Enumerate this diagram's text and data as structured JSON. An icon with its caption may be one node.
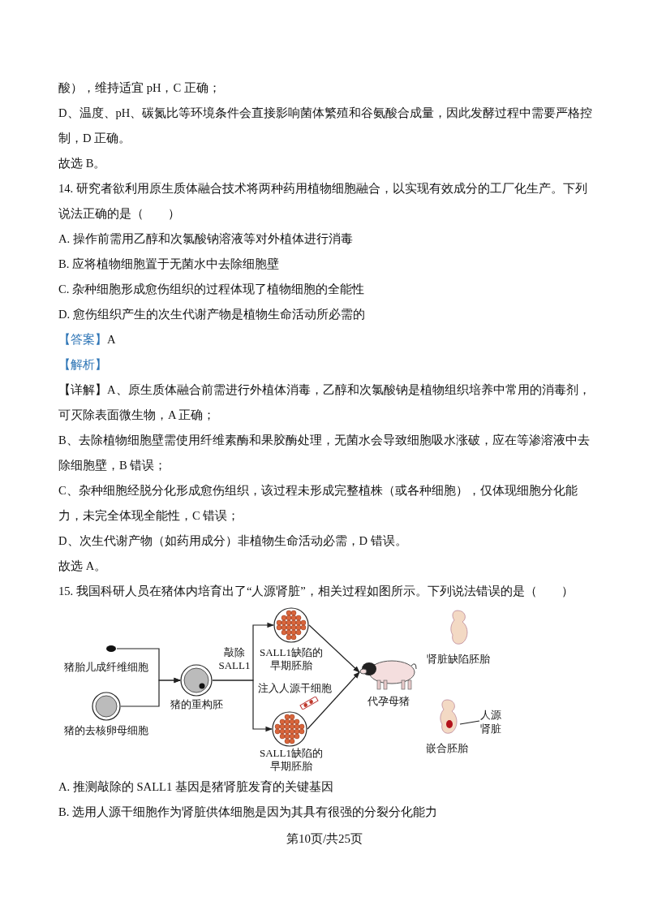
{
  "diagram": {
    "nodes": [
      {
        "text": [
          "猪胎儿成纤维细胞"
        ]
      },
      {
        "text": [
          "猪的去核卵母细胞"
        ]
      },
      {
        "text": [
          "猪的重构胚"
        ]
      },
      {
        "text": [
          "SALL1缺陷的早期胚胎"
        ]
      },
      {
        "text": [
          "SALL1缺陷的早期胚胎"
        ],
        "beside": [
          "注入人源干细胞"
        ]
      },
      {
        "text": [
          "代孕母猪"
        ]
      },
      {
        "text": [
          "肾脏缺陷胚胎"
        ]
      },
      {
        "text": [
          "嵌合胚胎"
        ]
      },
      {
        "text": [
          "人源肾脏"
        ]
      }
    ],
    "edges": [
      {
        "from": 0,
        "to": 2,
        "arrow": "to"
      },
      {
        "from": 1,
        "to": 2,
        "arrow": "to"
      },
      {
        "from": 2,
        "to": 3,
        "arrow": "to",
        "label": "敲除SALL1"
      },
      {
        "from": 2,
        "to": 4,
        "arrow": "to"
      },
      {
        "from": 3,
        "to": 5,
        "arrow": "to"
      },
      {
        "from": 4,
        "to": 5,
        "arrow": "to"
      },
      {
        "from": 8,
        "to": 7,
        "arrow": "none"
      }
    ],
    "labels": [
      "酸），维持适宜 pH，C 正确；",
      "D、温度、pH、碳氮比等环境条件会直接影响菌体繁殖和谷氨酸合成量，因此发酵过程中需要严格控制，D 正确。",
      "故选 B。",
      "14. 研究者欲利用原生质体融合技术将两种药用植物细胞融合，以实现有效成分的工厂化生产。下列说法正确的是（　　）",
      "A. 操作前需用乙醇和次氯酸钠溶液等对外植体进行消毒",
      "B. 应将植物细胞置于无菌水中去除细胞壁",
      "C. 杂种细胞形成愈伤组织的过程体现了植物细胞的全能性",
      "D. 愈伤组织产生的次生代谢产物是植物生命活动所必需的",
      "【答案】",
      "A",
      "【解析】",
      "【详解】A、原生质体融合前需进行外植体消毒，乙醇和次氯酸钠是植物组织培养中常用的消毒剂，可灭除表面微生物，A 正确；",
      "B、去除植物细胞壁需使用纤维素酶和果胶酶处理，无菌水会导致细胞吸水涨破，应在等渗溶液中去除细胞壁，B 错误；",
      "C、杂种细胞经脱分化形成愈伤组织，该过程未形成完整植株（或各种细胞），仅体现细胞分化能力，未完全体现全能性，C 错误；",
      "D、次生代谢产物（如药用成分）非植物生命活动必需，D 错误。",
      "故选 A。",
      "15. 我国科研人员在猪体内培育出了“人源肾脏”，相关过程如图所示。下列说法错误的是（　　）",
      "A. 推测敲除的 SALL1 基因是猪肾脏发育的关键基因",
      "B. 选用人源干细胞作为肾脏供体细胞是因为其具有很强的分裂分化能力",
      "第10页/共25页"
    ]
  }
}
